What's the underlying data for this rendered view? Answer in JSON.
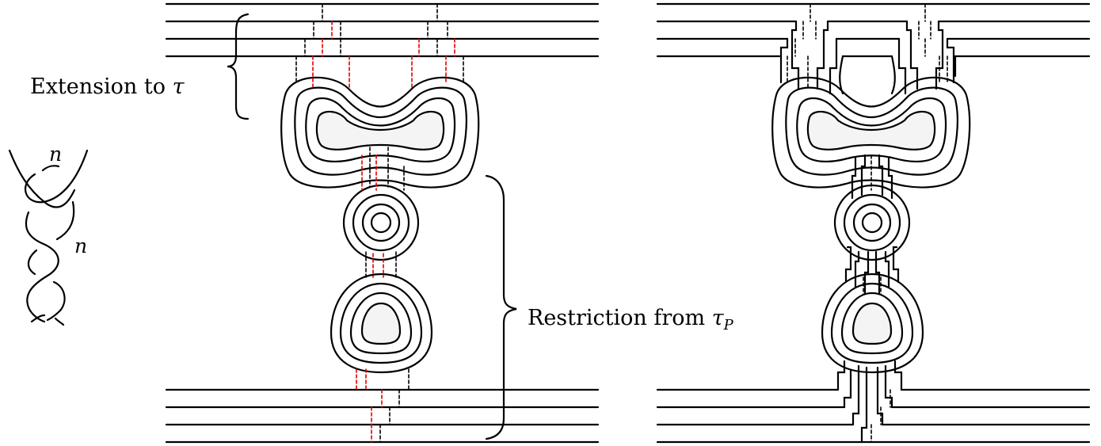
{
  "labels": {
    "extension_prefix": "Extension to ",
    "extension_symbol": "τ",
    "restriction_prefix": "Restriction from ",
    "restriction_symbol": "τ",
    "restriction_subscript": "P",
    "twist_top": "n",
    "twist_bottom": "n"
  },
  "colors": {
    "stroke": "#000000",
    "dashed_black": "#000000",
    "dashed_red": "#e00000",
    "fill": "#f4f4f4"
  }
}
